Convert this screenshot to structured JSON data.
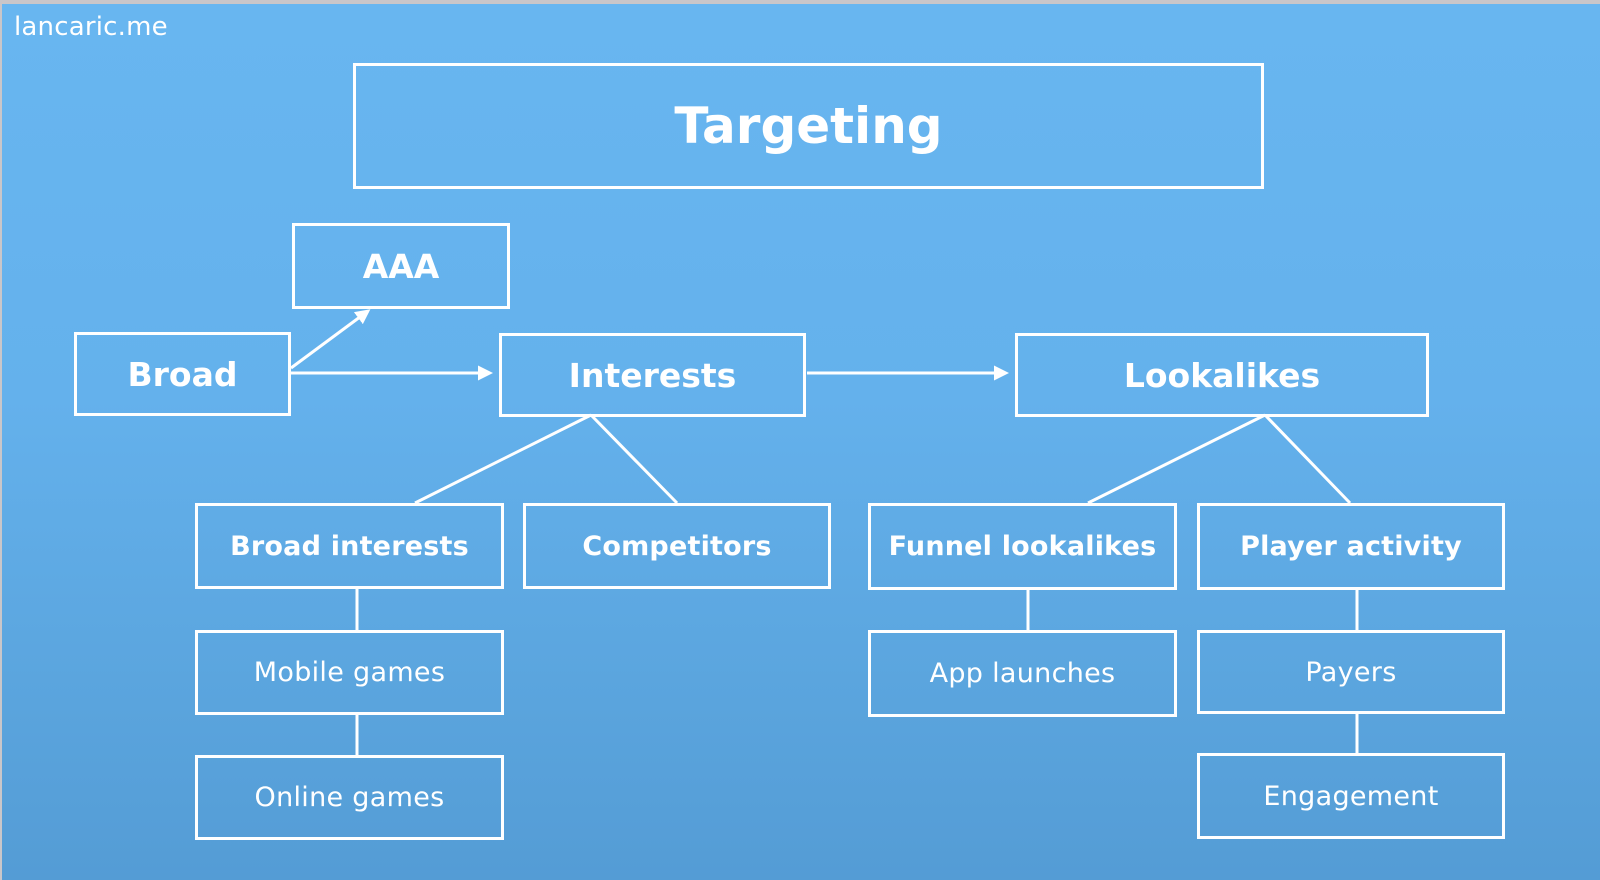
{
  "watermark": "lancaric.me",
  "colors": {
    "background_top": "#68b6f0",
    "background_bottom": "#549cd5",
    "stroke": "#ffffff",
    "text": "#ffffff",
    "frame": "#c9c6c9"
  },
  "diagram": {
    "title": "Targeting",
    "nodes": {
      "aaa": "AAA",
      "broad": "Broad",
      "interests": "Interests",
      "lookalikes": "Lookalikes",
      "broad_interests": "Broad interests",
      "competitors": "Competitors",
      "funnel_lookalikes": "Funnel lookalikes",
      "player_activity": "Player activity",
      "mobile_games": "Mobile games",
      "online_games": "Online games",
      "app_launches": "App launches",
      "payers": "Payers",
      "engagement": "Engagement"
    },
    "edges": [
      {
        "from": "broad",
        "to": "aaa",
        "type": "arrow"
      },
      {
        "from": "broad",
        "to": "interests",
        "type": "arrow"
      },
      {
        "from": "interests",
        "to": "lookalikes",
        "type": "arrow"
      },
      {
        "from": "interests",
        "to": "broad_interests",
        "type": "line"
      },
      {
        "from": "interests",
        "to": "competitors",
        "type": "line"
      },
      {
        "from": "lookalikes",
        "to": "funnel_lookalikes",
        "type": "line"
      },
      {
        "from": "lookalikes",
        "to": "player_activity",
        "type": "line"
      },
      {
        "from": "broad_interests",
        "to": "mobile_games",
        "type": "line"
      },
      {
        "from": "mobile_games",
        "to": "online_games",
        "type": "line"
      },
      {
        "from": "funnel_lookalikes",
        "to": "app_launches",
        "type": "line"
      },
      {
        "from": "player_activity",
        "to": "payers",
        "type": "line"
      },
      {
        "from": "payers",
        "to": "engagement",
        "type": "line"
      }
    ]
  }
}
